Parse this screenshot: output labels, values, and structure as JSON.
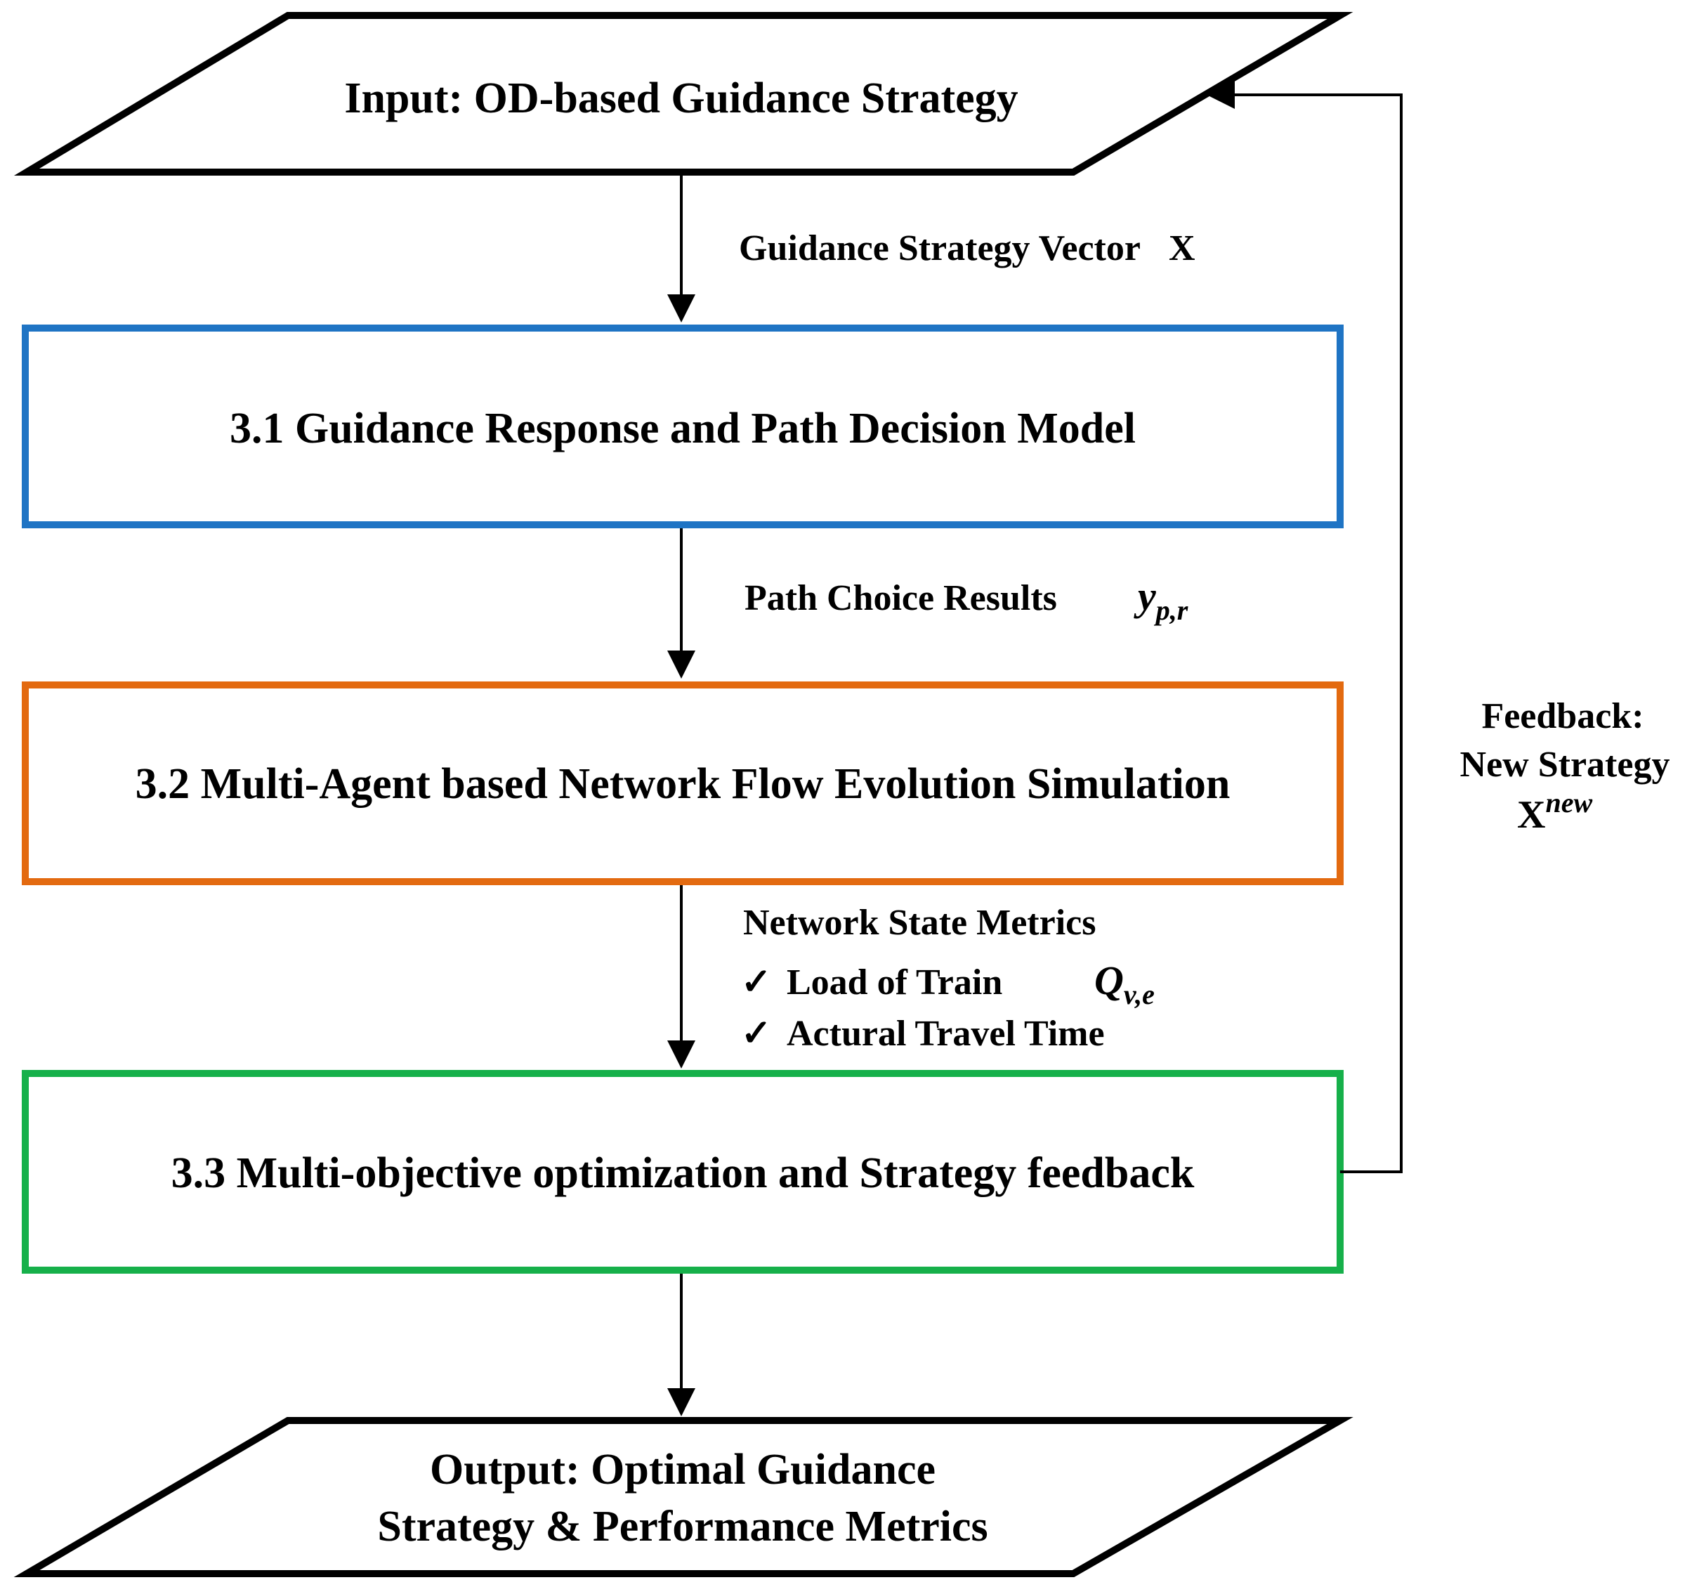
{
  "colors": {
    "box1_border": "#1f74c4",
    "box2_border": "#e36a10",
    "box3_border": "#16b04a",
    "stroke": "#000000"
  },
  "nodes": {
    "input": "Input: OD-based Guidance Strategy",
    "box1": "3.1 Guidance Response and Path Decision Model",
    "box2": "3.2 Multi-Agent based Network Flow Evolution Simulation",
    "box3": "3.3 Multi-objective optimization and Strategy feedback",
    "output_line1": "Output: Optimal Guidance",
    "output_line2": "Strategy & Performance Metrics"
  },
  "edges": {
    "e1_label": "Guidance Strategy Vector",
    "e1_symbol": "X",
    "e2_label": "Path Choice Results",
    "e2_symbol_base": "y",
    "e2_symbol_sub": "p,r",
    "e3_title": "Network State Metrics",
    "e3_item1": "Load of Train",
    "e3_item1_symbol_base": "Q",
    "e3_item1_symbol_sub": "v,e",
    "e3_item2": "Actural Travel Time",
    "check": "✓"
  },
  "feedback": {
    "line1": "Feedback:",
    "line2": "New Strategy",
    "symbol_base": "X",
    "symbol_sup": "new"
  }
}
